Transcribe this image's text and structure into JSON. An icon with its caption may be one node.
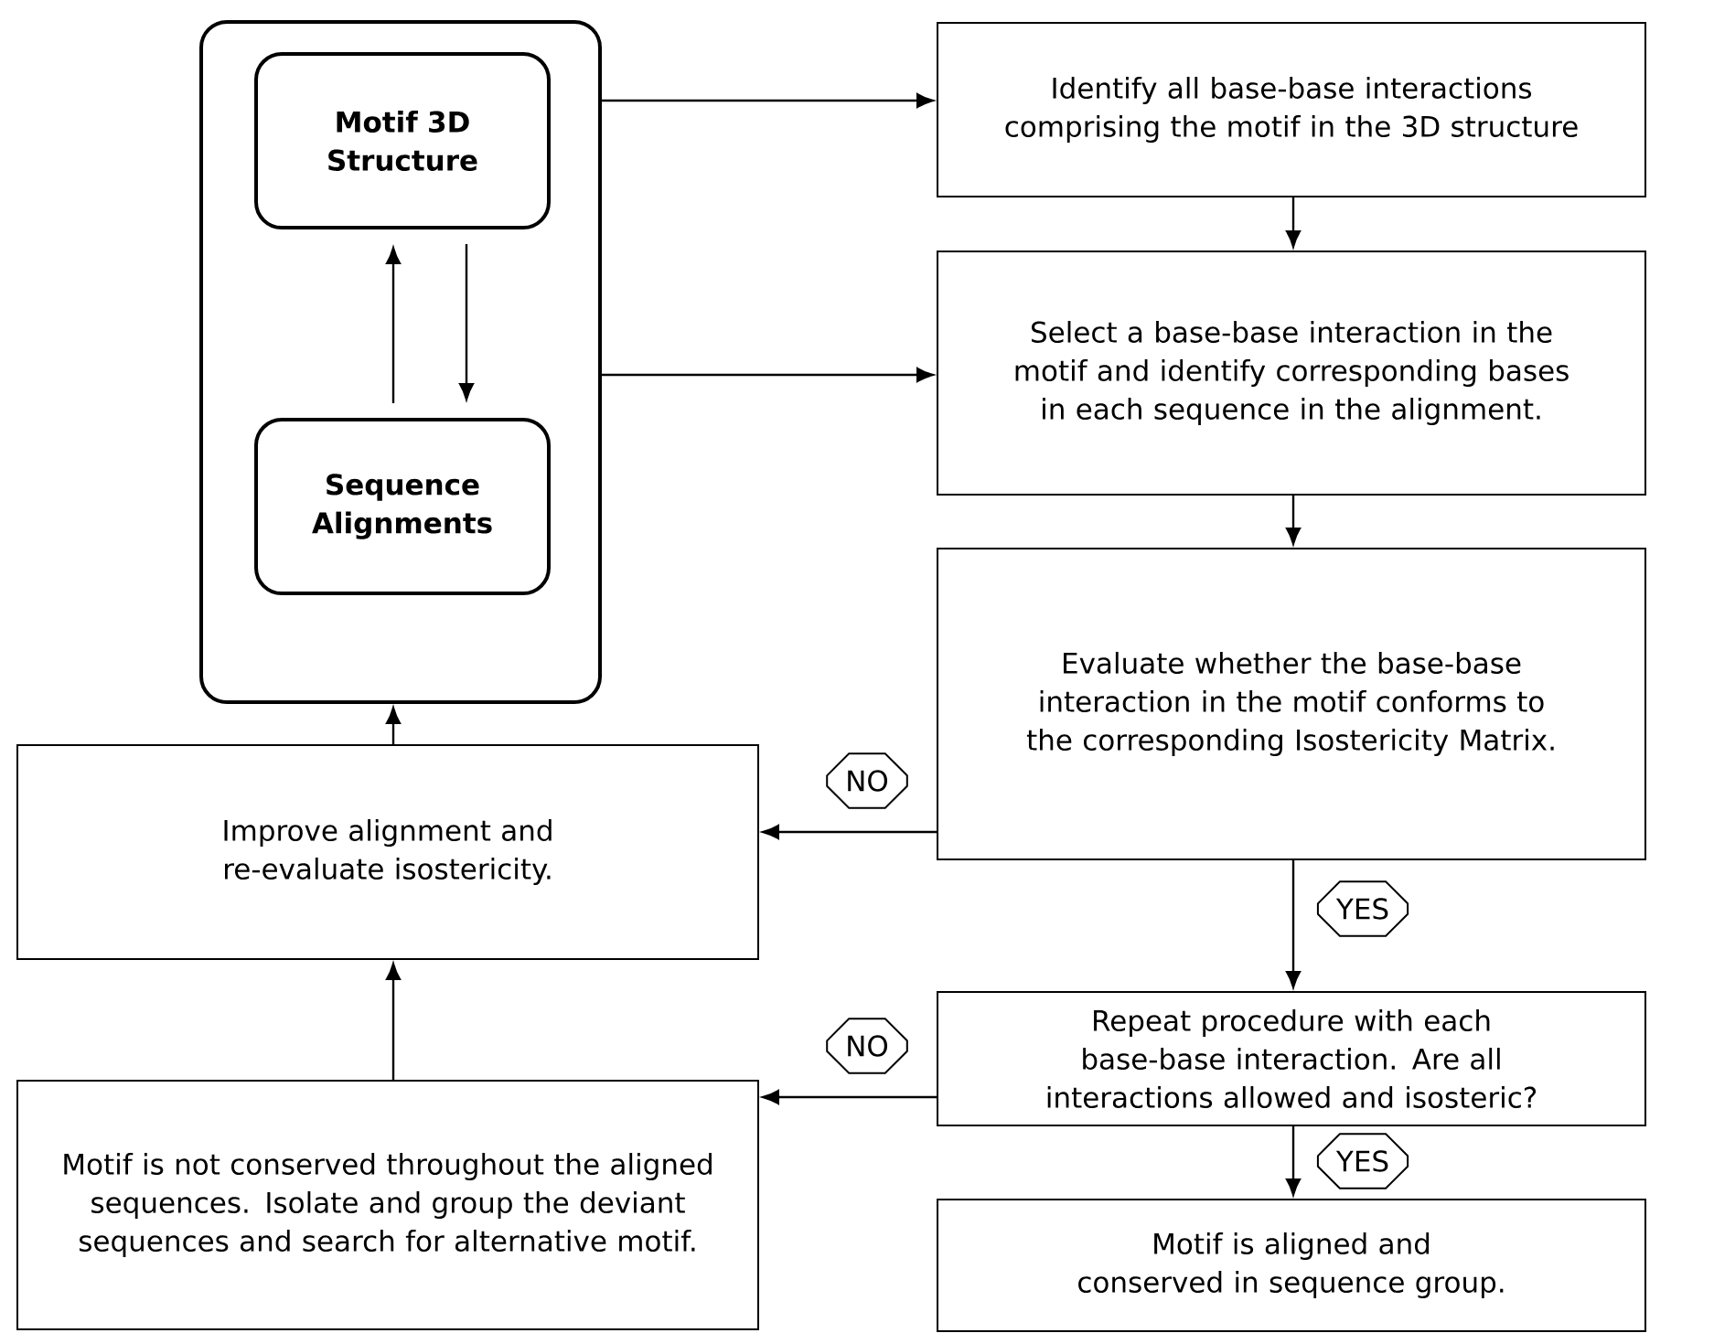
{
  "diagram": {
    "nodes": [
      {
        "text": [],
        "shape": "box"
      },
      {
        "text": [
          "Motif 3D Structure"
        ],
        "in": 0
      },
      {
        "text": [
          "Sequence Alignments"
        ],
        "in": 0
      },
      {
        "text": [
          "Identify all base-base interactions comprising the motif in the 3D structure"
        ]
      },
      {
        "text": [
          "Select a base-base interaction in the motif and identify corresponding bases in each sequence in the alignment."
        ]
      },
      {
        "text": [
          "Evaluate whether the base-base interaction in the motif conforms to the corresponding Isostericity Matrix."
        ]
      },
      {
        "text": [
          "Improve alignment and re-evaluate isostericity."
        ]
      },
      {
        "text": [
          "Repeat procedure with each base-base interaction. Are all interactions allowed and isosteric?"
        ]
      },
      {
        "text": [
          "Motif is not conserved throughout the aligned sequences. Isolate and group the deviant sequences and search for alternative  motif."
        ]
      },
      {
        "text": [
          "Motif is aligned and conserved in sequence group."
        ]
      }
    ],
    "edges": [
      {
        "from": 0,
        "to": 3,
        "arrow": "to"
      },
      {
        "from": 0,
        "to": 4,
        "arrow": "to"
      },
      {
        "from": 1,
        "to": 2,
        "arrow": "to"
      },
      {
        "from": 2,
        "to": 1,
        "arrow": "to"
      },
      {
        "from": 3,
        "to": 4,
        "arrow": "to"
      },
      {
        "from": 4,
        "to": 5,
        "arrow": "to"
      },
      {
        "from": 5,
        "to": 6,
        "arrow": "to",
        "label": "NO"
      },
      {
        "from": 5,
        "to": 7,
        "arrow": "to",
        "label": "YES"
      },
      {
        "from": 7,
        "to": 8,
        "arrow": "to",
        "label": "NO"
      },
      {
        "from": 7,
        "to": 9,
        "arrow": "to",
        "label": "YES"
      },
      {
        "from": 6,
        "to": 0,
        "arrow": "to"
      },
      {
        "from": 8,
        "to": 6,
        "arrow": "to"
      }
    ]
  }
}
